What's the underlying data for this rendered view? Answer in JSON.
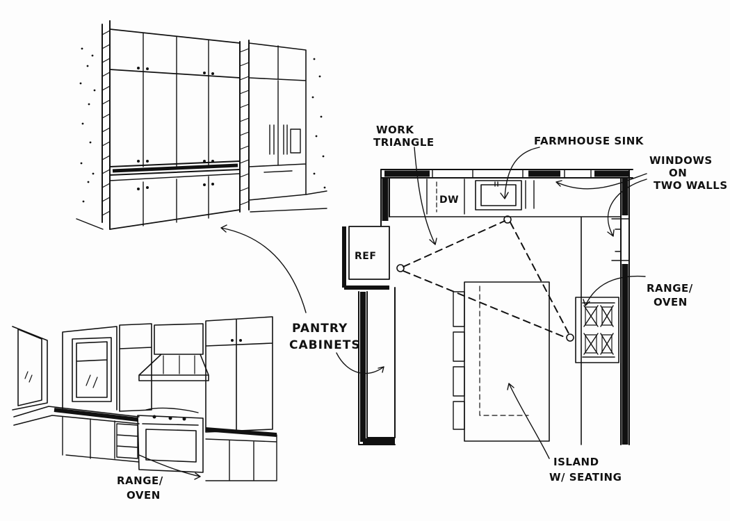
{
  "labels": {
    "work_triangle_l1": "WORK",
    "work_triangle_l2": "TRIANGLE",
    "farmhouse_sink": "FARMHOUSE SINK",
    "windows_l1": "WINDOWS",
    "windows_l2": "ON",
    "windows_l3": "TWO WALLS",
    "range_right_l1": "RANGE/",
    "range_right_l2": "OVEN",
    "pantry_l1": "PANTRY",
    "pantry_l2": "CABINETS",
    "island_l1": "ISLAND",
    "island_l2": "W/ SEATING",
    "range_left_l1": "RANGE/",
    "range_left_l2": "OVEN",
    "ref": "REF",
    "dw": "DW"
  },
  "colors": {
    "ink": "#111111",
    "paper": "#fdfdfd"
  }
}
